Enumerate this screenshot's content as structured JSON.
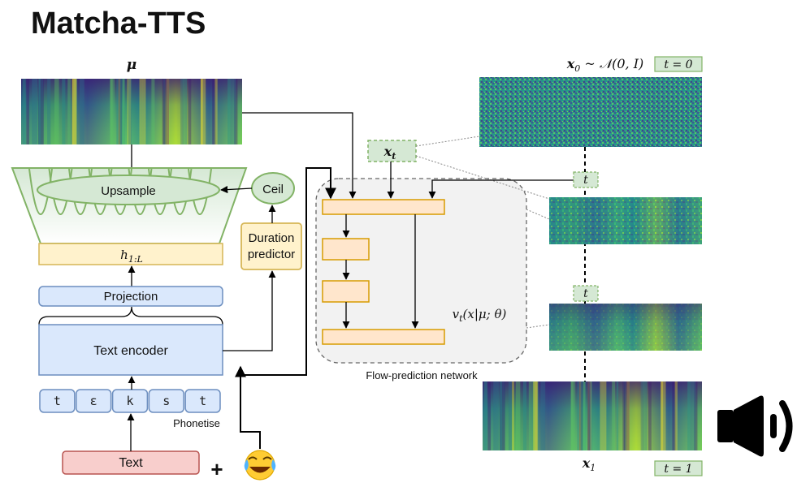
{
  "title": "Matcha-TTS",
  "labels": {
    "mu": "μ",
    "upsample": "Upsample",
    "ceil": "Ceil",
    "duration_line1": "Duration",
    "duration_line2": "predictor",
    "h": "h",
    "h_sub": "1:L",
    "projection": "Projection",
    "text_encoder": "Text encoder",
    "phonetise": "Phonetise",
    "text": "Text",
    "plus": "+",
    "emoji": "😂",
    "xt": "x",
    "xt_sub": "t",
    "t": "t",
    "flow_label": "Flow-prediction network",
    "vt": "v",
    "vt_sub": "t",
    "vt_args": "(x|μ; θ)",
    "x0": "x",
    "x0_sub": "0",
    "x0_dist": " ~ 𝒩(0, I)",
    "t0": "t = 0",
    "x1": "x",
    "x1_sub": "1",
    "t1": "t = 1"
  },
  "phonemes": [
    "t",
    "ɛ",
    "k",
    "s",
    "t"
  ],
  "colors": {
    "blue_box": "#dae8fc",
    "blue_border": "#6c8ebf",
    "yellow_box": "#fff2cc",
    "yellow_border": "#d6b656",
    "green_box": "#d5e8d4",
    "green_border": "#82b366",
    "orange_box": "#ffe6cc",
    "orange_border": "#d79b00",
    "red_box": "#f8cecc",
    "red_border": "#b85450",
    "panel": "#f2f2f2"
  },
  "icons": [
    "speaker-icon",
    "emoji-icon"
  ]
}
